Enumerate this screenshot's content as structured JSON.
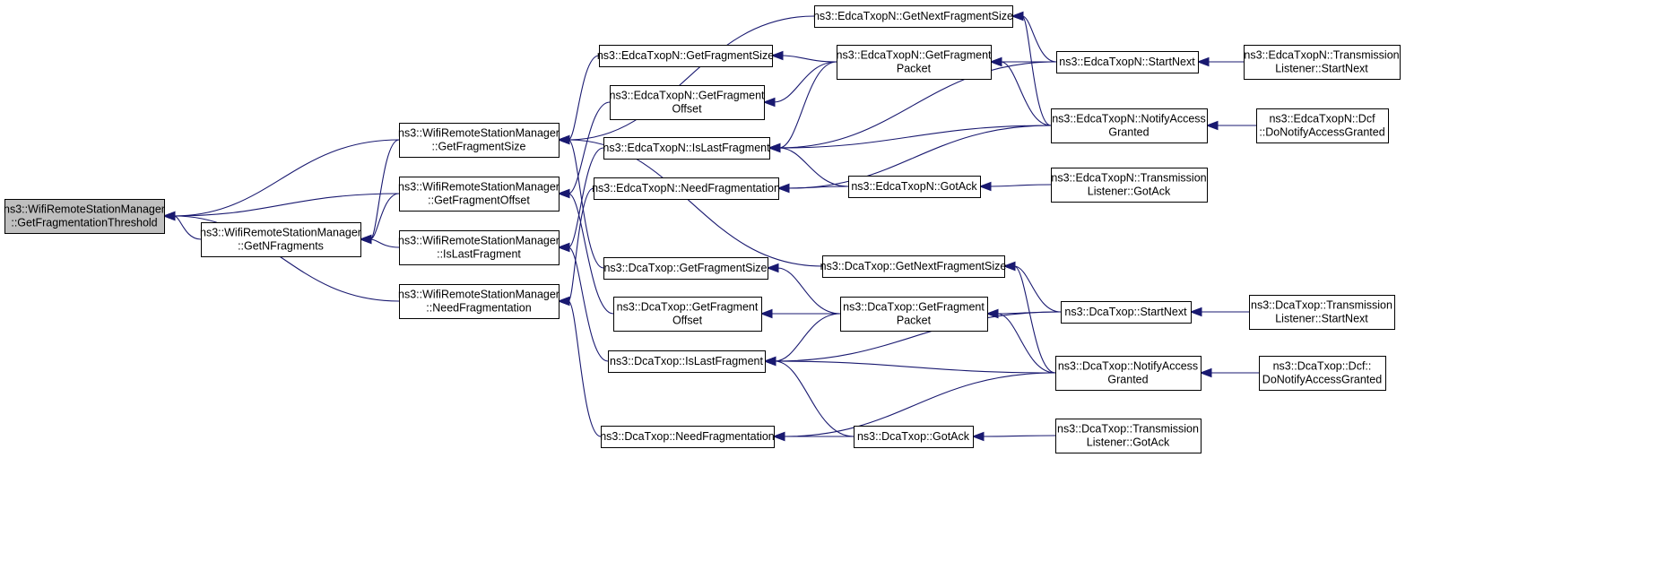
{
  "graph": {
    "colors": {
      "edge": "#191970",
      "root_fill": "#bfbfbf",
      "node_fill": "#ffffff",
      "border": "#000000"
    },
    "nodes": [
      {
        "id": "root",
        "lines": [
          "ns3::WifiRemoteStationManager",
          "::GetFragmentationThreshold"
        ],
        "highlight": true
      },
      {
        "id": "getNFragments",
        "lines": [
          "ns3::WifiRemoteStationManager",
          "::GetNFragments"
        ]
      },
      {
        "id": "getFragmentSize",
        "lines": [
          "ns3::WifiRemoteStationManager",
          "::GetFragmentSize"
        ]
      },
      {
        "id": "getFragmentOffset",
        "lines": [
          "ns3::WifiRemoteStationManager",
          "::GetFragmentOffset"
        ]
      },
      {
        "id": "isLastFragment",
        "lines": [
          "ns3::WifiRemoteStationManager",
          "::IsLastFragment"
        ]
      },
      {
        "id": "needFragmentation",
        "lines": [
          "ns3::WifiRemoteStationManager",
          "::NeedFragmentation"
        ]
      },
      {
        "id": "eN_getFragSize",
        "lines": [
          "ns3::EdcaTxopN::GetFragmentSize"
        ]
      },
      {
        "id": "eN_getFragOffset",
        "lines": [
          "ns3::EdcaTxopN::GetFragment",
          "Offset"
        ]
      },
      {
        "id": "eN_isLast",
        "lines": [
          "ns3::EdcaTxopN::IsLastFragment"
        ]
      },
      {
        "id": "eN_needFrag",
        "lines": [
          "ns3::EdcaTxopN::NeedFragmentation"
        ]
      },
      {
        "id": "d_getFragSize",
        "lines": [
          "ns3::DcaTxop::GetFragmentSize"
        ]
      },
      {
        "id": "d_getFragOffset",
        "lines": [
          "ns3::DcaTxop::GetFragment",
          "Offset"
        ]
      },
      {
        "id": "d_isLast",
        "lines": [
          "ns3::DcaTxop::IsLastFragment"
        ]
      },
      {
        "id": "d_needFrag",
        "lines": [
          "ns3::DcaTxop::NeedFragmentation"
        ]
      },
      {
        "id": "eN_getNextFragSize",
        "lines": [
          "ns3::EdcaTxopN::GetNextFragmentSize"
        ]
      },
      {
        "id": "eN_getFragPacket",
        "lines": [
          "ns3::EdcaTxopN::GetFragment",
          "Packet"
        ]
      },
      {
        "id": "eN_gotAck",
        "lines": [
          "ns3::EdcaTxopN::GotAck"
        ]
      },
      {
        "id": "d_getNextFragSize",
        "lines": [
          "ns3::DcaTxop::GetNextFragmentSize"
        ]
      },
      {
        "id": "d_getFragPacket",
        "lines": [
          "ns3::DcaTxop::GetFragment",
          "Packet"
        ]
      },
      {
        "id": "d_gotAck",
        "lines": [
          "ns3::DcaTxop::GotAck"
        ]
      },
      {
        "id": "eN_startNext",
        "lines": [
          "ns3::EdcaTxopN::StartNext"
        ]
      },
      {
        "id": "eN_notifyAccess",
        "lines": [
          "ns3::EdcaTxopN::NotifyAccess",
          "Granted"
        ]
      },
      {
        "id": "eN_tlGotAck",
        "lines": [
          "ns3::EdcaTxopN::Transmission",
          "Listener::GotAck"
        ]
      },
      {
        "id": "d_startNext",
        "lines": [
          "ns3::DcaTxop::StartNext"
        ]
      },
      {
        "id": "d_notifyAccess",
        "lines": [
          "ns3::DcaTxop::NotifyAccess",
          "Granted"
        ]
      },
      {
        "id": "d_tlGotAck",
        "lines": [
          "ns3::DcaTxop::Transmission",
          "Listener::GotAck"
        ]
      },
      {
        "id": "eN_tlStartNext",
        "lines": [
          "ns3::EdcaTxopN::Transmission",
          "Listener::StartNext"
        ]
      },
      {
        "id": "eN_dcfNotify",
        "lines": [
          "ns3::EdcaTxopN::Dcf",
          "::DoNotifyAccessGranted"
        ]
      },
      {
        "id": "d_tlStartNext",
        "lines": [
          "ns3::DcaTxop::Transmission",
          "Listener::StartNext"
        ]
      },
      {
        "id": "d_dcfNotify",
        "lines": [
          "ns3::DcaTxop::Dcf::",
          "DoNotifyAccessGranted"
        ]
      }
    ],
    "edges": [
      {
        "from": "getFragmentSize",
        "to": "root"
      },
      {
        "from": "getFragmentOffset",
        "to": "root"
      },
      {
        "from": "getNFragments",
        "to": "root"
      },
      {
        "from": "needFragmentation",
        "to": "root"
      },
      {
        "from": "getFragmentOffset",
        "to": "getNFragments"
      },
      {
        "from": "isLastFragment",
        "to": "getNFragments"
      },
      {
        "from": "getFragmentSize",
        "to": "getNFragments"
      },
      {
        "from": "eN_getNextFragSize",
        "to": "getFragmentSize"
      },
      {
        "from": "eN_getFragSize",
        "to": "getFragmentSize"
      },
      {
        "from": "d_getFragSize",
        "to": "getFragmentSize"
      },
      {
        "from": "d_getNextFragSize",
        "to": "getFragmentSize"
      },
      {
        "from": "eN_getFragOffset",
        "to": "getFragmentOffset"
      },
      {
        "from": "d_getFragOffset",
        "to": "getFragmentOffset"
      },
      {
        "from": "eN_isLast",
        "to": "isLastFragment"
      },
      {
        "from": "d_isLast",
        "to": "isLastFragment"
      },
      {
        "from": "eN_needFrag",
        "to": "needFragmentation"
      },
      {
        "from": "d_needFrag",
        "to": "needFragmentation"
      },
      {
        "from": "eN_getFragPacket",
        "to": "eN_getFragSize"
      },
      {
        "from": "eN_getFragPacket",
        "to": "eN_getFragOffset"
      },
      {
        "from": "eN_getFragPacket",
        "to": "eN_isLast"
      },
      {
        "from": "eN_gotAck",
        "to": "eN_isLast"
      },
      {
        "from": "eN_startNext",
        "to": "eN_isLast"
      },
      {
        "from": "eN_notifyAccess",
        "to": "eN_isLast"
      },
      {
        "from": "eN_gotAck",
        "to": "eN_needFrag"
      },
      {
        "from": "eN_notifyAccess",
        "to": "eN_needFrag"
      },
      {
        "from": "eN_startNext",
        "to": "eN_getNextFragSize"
      },
      {
        "from": "eN_notifyAccess",
        "to": "eN_getNextFragSize"
      },
      {
        "from": "eN_startNext",
        "to": "eN_getFragPacket"
      },
      {
        "from": "eN_notifyAccess",
        "to": "eN_getFragPacket"
      },
      {
        "from": "eN_tlGotAck",
        "to": "eN_gotAck"
      },
      {
        "from": "eN_tlStartNext",
        "to": "eN_startNext"
      },
      {
        "from": "eN_dcfNotify",
        "to": "eN_notifyAccess"
      },
      {
        "from": "d_getFragPacket",
        "to": "d_getFragSize"
      },
      {
        "from": "d_getFragPacket",
        "to": "d_getFragOffset"
      },
      {
        "from": "d_getFragPacket",
        "to": "d_isLast"
      },
      {
        "from": "d_gotAck",
        "to": "d_isLast"
      },
      {
        "from": "d_startNext",
        "to": "d_isLast"
      },
      {
        "from": "d_notifyAccess",
        "to": "d_isLast"
      },
      {
        "from": "d_gotAck",
        "to": "d_needFrag"
      },
      {
        "from": "d_notifyAccess",
        "to": "d_needFrag"
      },
      {
        "from": "d_startNext",
        "to": "d_getNextFragSize"
      },
      {
        "from": "d_notifyAccess",
        "to": "d_getNextFragSize"
      },
      {
        "from": "d_startNext",
        "to": "d_getFragPacket"
      },
      {
        "from": "d_notifyAccess",
        "to": "d_getFragPacket"
      },
      {
        "from": "d_tlGotAck",
        "to": "d_gotAck"
      },
      {
        "from": "d_tlStartNext",
        "to": "d_startNext"
      },
      {
        "from": "d_dcfNotify",
        "to": "d_notifyAccess"
      }
    ]
  }
}
